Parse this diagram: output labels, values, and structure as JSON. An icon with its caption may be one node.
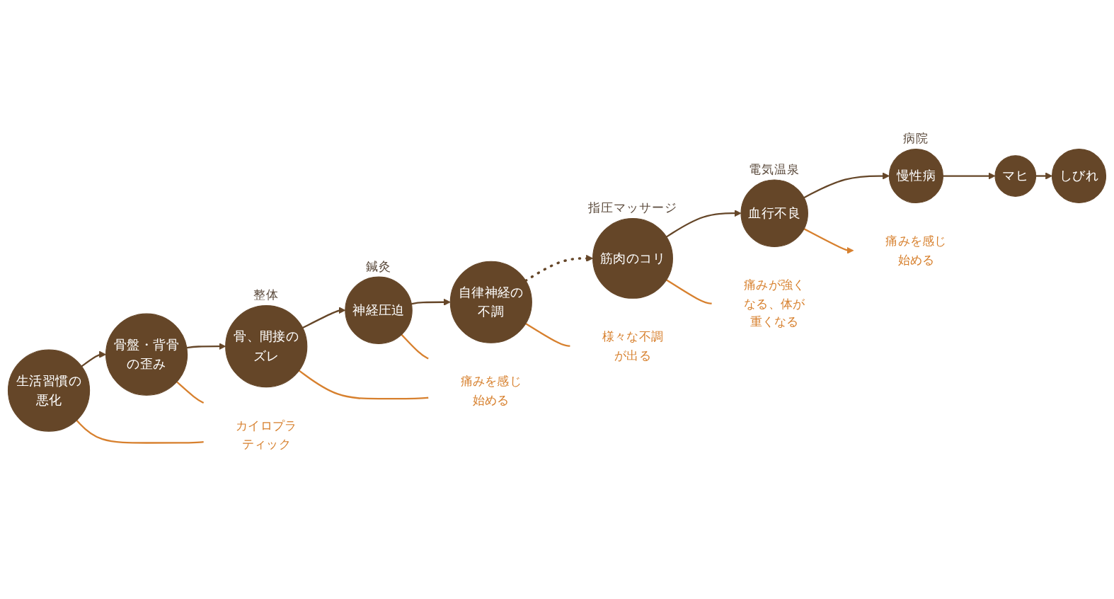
{
  "diagram": {
    "nodes": [
      {
        "text": [
          "生活習慣の悪化"
        ]
      },
      {
        "text": [
          "骨盤・背骨の歪み"
        ]
      },
      {
        "text": [
          "骨、間接のズレ"
        ],
        "beside": [
          "整体"
        ]
      },
      {
        "text": [
          "神経圧迫"
        ],
        "beside": [
          "鍼灸"
        ]
      },
      {
        "text": [
          "自律神経の不調"
        ]
      },
      {
        "text": [
          "カイロプラティック"
        ]
      },
      {
        "text": [
          "痛みを感じ始める"
        ]
      },
      {
        "text": [
          "様々な不調が出る"
        ]
      },
      {
        "text": [
          "しびれ"
        ]
      },
      {
        "text": [
          "マヒ"
        ]
      },
      {
        "text": [
          "慢性病"
        ],
        "beside": [
          "病院"
        ]
      },
      {
        "text": [
          "血行不良"
        ],
        "beside": [
          "電気温泉"
        ]
      },
      {
        "text": [
          "筋肉のコリ"
        ],
        "beside": [
          "指圧マッサージ"
        ]
      },
      {
        "text": [
          "痛みを感じ始める"
        ]
      },
      {
        "text": [
          "痛みが強くなる、体が重くなる"
        ]
      }
    ],
    "edges": [
      {
        "from": 0,
        "to": 1,
        "arrow": "to"
      },
      {
        "from": 1,
        "to": 2,
        "arrow": "to"
      },
      {
        "from": 2,
        "to": 3,
        "arrow": "to"
      },
      {
        "from": 3,
        "to": 4,
        "arrow": "to"
      },
      {
        "from": 4,
        "to": 12,
        "arrow": "to",
        "style": "dashed"
      },
      {
        "from": 12,
        "to": 11,
        "arrow": "to"
      },
      {
        "from": 11,
        "to": 10,
        "arrow": "to"
      },
      {
        "from": 10,
        "to": 9,
        "arrow": "to"
      },
      {
        "from": 9,
        "to": 8,
        "arrow": "to"
      },
      {
        "from": 0,
        "to": 5,
        "arrow": "none",
        "color": "#d7802e"
      },
      {
        "from": 1,
        "to": 5,
        "arrow": "none",
        "color": "#d7802e"
      },
      {
        "from": 2,
        "to": 6,
        "arrow": "none",
        "color": "#d7802e"
      },
      {
        "from": 3,
        "to": 6,
        "arrow": "none",
        "color": "#d7802e"
      },
      {
        "from": 4,
        "to": 7,
        "arrow": "none",
        "color": "#d7802e"
      },
      {
        "from": 11,
        "to": 13,
        "arrow": "to",
        "color": "#d7802e"
      },
      {
        "from": 12,
        "to": 14,
        "arrow": "none",
        "color": "#d7802e"
      }
    ]
  }
}
